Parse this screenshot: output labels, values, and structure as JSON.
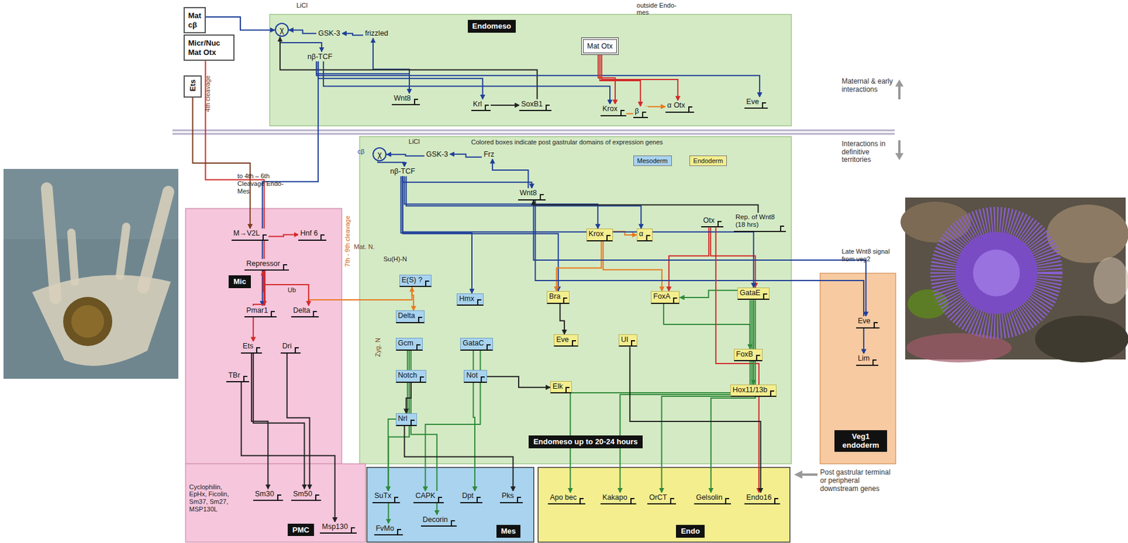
{
  "diagram": {
    "nodes": [
      {
        "text": [
          "Mat cβ"
        ]
      },
      {
        "text": [
          "Micr/Nuc Mat Otx"
        ]
      },
      {
        "text": [
          "Ets"
        ]
      },
      {
        "text": [
          "Endomeso"
        ]
      },
      {
        "text": [
          "χ"
        ],
        "in": 3
      },
      {
        "text": [
          "GSK-3"
        ],
        "in": 3
      },
      {
        "text": [
          "frizzled"
        ],
        "in": 3
      },
      {
        "text": [
          "nβ-TCF"
        ],
        "in": 3
      },
      {
        "text": [
          "Wnt8"
        ],
        "in": 3
      },
      {
        "text": [
          "Krl"
        ],
        "in": 3
      },
      {
        "text": [
          "SoxB1"
        ],
        "in": 3
      },
      {
        "text": [
          "Mat Otx"
        ],
        "in": 3
      },
      {
        "text": [
          "Krox"
        ],
        "in": 3
      },
      {
        "text": [
          "β"
        ],
        "in": 3
      },
      {
        "text": [
          "α",
          "Otx"
        ],
        "in": 3
      },
      {
        "text": [
          "Eve"
        ],
        "in": 3
      },
      {
        "text": [
          "Endomeso up to 20-24 hours"
        ]
      },
      {
        "text": [
          "χ"
        ],
        "in": 16
      },
      {
        "text": [
          "GSK-3"
        ],
        "in": 16
      },
      {
        "text": [
          "Frz"
        ],
        "in": 16
      },
      {
        "text": [
          "nβ-TCF"
        ],
        "in": 16
      },
      {
        "text": [
          "Wnt8"
        ],
        "in": 16
      },
      {
        "text": [
          "Krox"
        ],
        "in": 16
      },
      {
        "text": [
          "α"
        ],
        "in": 16
      },
      {
        "text": [
          "Otx"
        ],
        "in": 16
      },
      {
        "text": [
          "Rep. of Wnt8 (18 hrs)"
        ],
        "in": 16
      },
      {
        "text": [
          "Hmx"
        ],
        "in": 16
      },
      {
        "text": [
          "Bra"
        ],
        "in": 16
      },
      {
        "text": [
          "FoxA"
        ],
        "in": 16
      },
      {
        "text": [
          "GataE"
        ],
        "in": 16
      },
      {
        "text": [
          "E(S) ?"
        ],
        "in": 16
      },
      {
        "text": [
          "Delta"
        ],
        "in": 16
      },
      {
        "text": [
          "Gcm"
        ],
        "in": 16
      },
      {
        "text": [
          "GataC"
        ],
        "in": 16
      },
      {
        "text": [
          "Notch"
        ],
        "in": 16
      },
      {
        "text": [
          "Not"
        ],
        "in": 16
      },
      {
        "text": [
          "Nrl"
        ],
        "in": 16
      },
      {
        "text": [
          "Eve"
        ],
        "in": 16
      },
      {
        "text": [
          "UI"
        ],
        "in": 16
      },
      {
        "text": [
          "FoxB"
        ],
        "in": 16
      },
      {
        "text": [
          "Elk"
        ],
        "in": 16
      },
      {
        "text": [
          "Hox11/13b"
        ],
        "in": 16
      },
      {
        "text": [
          "Mic"
        ]
      },
      {
        "text": [
          "M→V2L"
        ],
        "in": 42
      },
      {
        "text": [
          "Hnf 6"
        ],
        "in": 42
      },
      {
        "text": [
          "Repressor"
        ],
        "in": 42
      },
      {
        "text": [
          "Pmar1"
        ],
        "in": 42
      },
      {
        "text": [
          "Delta"
        ],
        "in": 42
      },
      {
        "text": [
          "Ets"
        ],
        "in": 42
      },
      {
        "text": [
          "Dri"
        ],
        "in": 42
      },
      {
        "text": [
          "TBr"
        ],
        "in": 42
      },
      {
        "text": [
          "PMC"
        ]
      },
      {
        "text": [
          "Sm30"
        ],
        "in": 51
      },
      {
        "text": [
          "Sm50"
        ],
        "in": 51
      },
      {
        "text": [
          "Msp130"
        ],
        "in": 51
      },
      {
        "text": [
          "Veg1 endoderm"
        ]
      },
      {
        "text": [
          "Eve"
        ],
        "in": 55
      },
      {
        "text": [
          "Lim"
        ],
        "in": 55
      },
      {
        "text": [
          "Mes"
        ]
      },
      {
        "text": [
          "SuTx"
        ],
        "in": 58
      },
      {
        "text": [
          "CAPK"
        ],
        "in": 58
      },
      {
        "text": [
          "Dpt"
        ],
        "in": 58
      },
      {
        "text": [
          "Pks"
        ],
        "in": 58
      },
      {
        "text": [
          "Decorin"
        ],
        "in": 58
      },
      {
        "text": [
          "FvMo"
        ],
        "in": 58
      },
      {
        "text": [
          "Endo"
        ]
      },
      {
        "text": [
          "Apo bec"
        ],
        "in": 65
      },
      {
        "text": [
          "Kakapo"
        ],
        "in": 65
      },
      {
        "text": [
          "OrCT"
        ],
        "in": 65
      },
      {
        "text": [
          "Gelsolin"
        ],
        "in": 65
      },
      {
        "text": [
          "Endo16"
        ],
        "in": 65
      }
    ],
    "edges": [
      {
        "from": 0,
        "to": 4,
        "arrow": "to"
      },
      {
        "from": 4,
        "to": 7,
        "arrow": "to"
      },
      {
        "from": 5,
        "to": 4,
        "arrow": "to"
      },
      {
        "from": 6,
        "to": 5,
        "arrow": "to"
      },
      {
        "from": 8,
        "to": 6,
        "arrow": "to"
      },
      {
        "from": 7,
        "to": 8,
        "arrow": "to"
      },
      {
        "from": 7,
        "to": 9,
        "arrow": "to"
      },
      {
        "from": 9,
        "to": 10,
        "arrow": "to"
      },
      {
        "from": 10,
        "to": 4,
        "arrow": "to"
      },
      {
        "from": 7,
        "to": 12,
        "arrow": "to"
      },
      {
        "from": 7,
        "to": 15,
        "arrow": "to"
      },
      {
        "from": 11,
        "to": 12,
        "arrow": "to"
      },
      {
        "from": 11,
        "to": 13,
        "arrow": "to"
      },
      {
        "from": 11,
        "to": 14,
        "arrow": "to"
      },
      {
        "from": 12,
        "to": 14,
        "arrow": "to"
      },
      {
        "from": 1,
        "to": 46,
        "arrow": "to"
      },
      {
        "from": 7,
        "to": 46,
        "arrow": "to"
      },
      {
        "from": 2,
        "to": 43,
        "arrow": "to"
      },
      {
        "from": 18,
        "to": 17,
        "arrow": "to"
      },
      {
        "from": 19,
        "to": 18,
        "arrow": "to"
      },
      {
        "from": 21,
        "to": 19,
        "arrow": "to"
      },
      {
        "from": 17,
        "to": 20,
        "arrow": "to"
      },
      {
        "from": 20,
        "to": 21,
        "arrow": "to"
      },
      {
        "from": 20,
        "to": 22,
        "arrow": "to"
      },
      {
        "from": 20,
        "to": 23,
        "arrow": "to"
      },
      {
        "from": 22,
        "to": 23,
        "arrow": "to"
      },
      {
        "from": 20,
        "to": 26,
        "arrow": "to"
      },
      {
        "from": 20,
        "to": 27,
        "arrow": "to"
      },
      {
        "from": 22,
        "to": 27,
        "arrow": "to"
      },
      {
        "from": 22,
        "to": 28,
        "arrow": "to"
      },
      {
        "from": 24,
        "to": 28,
        "arrow": "to"
      },
      {
        "from": 24,
        "to": 29,
        "arrow": "to"
      },
      {
        "from": 20,
        "to": 29,
        "arrow": "to"
      },
      {
        "from": 21,
        "to": 56,
        "arrow": "to"
      },
      {
        "from": 21,
        "to": 57,
        "arrow": "to"
      },
      {
        "from": 29,
        "to": 28,
        "arrow": "to"
      },
      {
        "from": 28,
        "to": 39,
        "arrow": "to"
      },
      {
        "from": 29,
        "to": 41,
        "arrow": "to"
      },
      {
        "from": 27,
        "to": 37,
        "arrow": "to"
      },
      {
        "from": 24,
        "to": 70,
        "arrow": "to"
      },
      {
        "from": 29,
        "to": 66,
        "arrow": "to"
      },
      {
        "from": 29,
        "to": 67,
        "arrow": "to"
      },
      {
        "from": 29,
        "to": 68,
        "arrow": "to"
      },
      {
        "from": 29,
        "to": 69,
        "arrow": "to"
      },
      {
        "from": 47,
        "to": 30,
        "arrow": "to"
      },
      {
        "from": 30,
        "to": 31,
        "arrow": "to"
      },
      {
        "from": 32,
        "to": 59,
        "arrow": "to"
      },
      {
        "from": 32,
        "to": 64,
        "arrow": "to"
      },
      {
        "from": 32,
        "to": 63,
        "arrow": "to"
      },
      {
        "from": 33,
        "to": 60,
        "arrow": "to"
      },
      {
        "from": 33,
        "to": 61,
        "arrow": "to"
      },
      {
        "from": 36,
        "to": 62,
        "arrow": "to"
      },
      {
        "from": 34,
        "to": 36,
        "arrow": "to"
      },
      {
        "from": 43,
        "to": 44,
        "arrow": "to"
      },
      {
        "from": 46,
        "to": 45,
        "arrow": "to"
      },
      {
        "from": 45,
        "to": 47,
        "arrow": "to"
      },
      {
        "from": 45,
        "to": 48,
        "arrow": "to"
      },
      {
        "from": 48,
        "to": 52,
        "arrow": "to"
      },
      {
        "from": 48,
        "to": 53,
        "arrow": "to"
      },
      {
        "from": 50,
        "to": 54,
        "arrow": "to"
      },
      {
        "from": 49,
        "to": 53,
        "arrow": "to"
      },
      {
        "from": 25,
        "to": 21,
        "arrow": "to"
      },
      {
        "from": 35,
        "to": 40,
        "arrow": "to"
      },
      {
        "from": 38,
        "to": 70,
        "arrow": "to"
      }
    ],
    "labels": [
      "LiCl",
      "outside Endo-mes",
      "Maternal & early interactions",
      "Interactions in definitive territories",
      "4th cleavage",
      "to 4th – 6th Cleavage Endo-Mes",
      "LiCl",
      "cβ",
      "Colored boxes indicate post gastrular domains of expression genes",
      "Late Wnt8 signal from veg2",
      "Mat. N.",
      "Su(H)-N",
      "7th - 9th cleavage",
      "Zyg. N",
      "Ub",
      "Cyclophilin, EpHx, Ficolin, Sm37, Sm27, MSP130L",
      "Post gastrular terminal or peripheral downstream genes"
    ],
    "legend": [
      {
        "text": "Mesoderm",
        "color": "#a9d3ef"
      },
      {
        "text": "Endoderm",
        "color": "#f4ee8e"
      }
    ]
  }
}
